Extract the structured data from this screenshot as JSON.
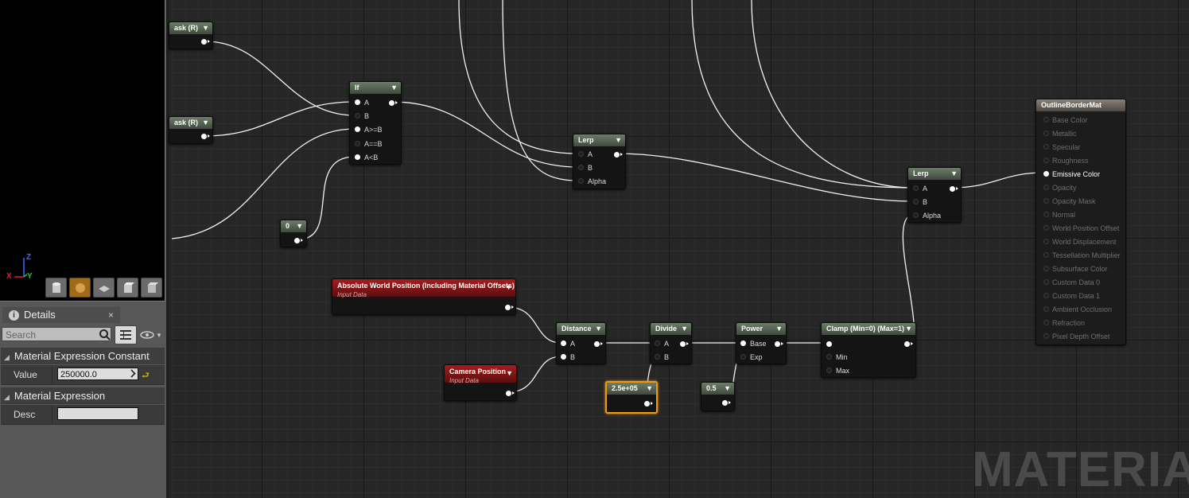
{
  "details": {
    "tab_title": "Details",
    "close": "×",
    "search_placeholder": "Search",
    "categories": [
      {
        "title": "Material Expression Constant",
        "props": [
          {
            "label": "Value",
            "value": "250000.0"
          }
        ]
      },
      {
        "title": "Material Expression",
        "props": [
          {
            "label": "Desc",
            "value": ""
          }
        ]
      }
    ]
  },
  "viewport": {
    "axis_x": "X",
    "axis_y": "Y",
    "axis_z": "Z"
  },
  "nodes": {
    "mask1": {
      "title": "ask (R)"
    },
    "mask2": {
      "title": "ask (R)"
    },
    "if_node": {
      "title": "If",
      "pins": [
        "A",
        "B",
        "A>=B",
        "A==B",
        "A<B"
      ]
    },
    "const0": {
      "title": "0"
    },
    "lerp1": {
      "title": "Lerp",
      "pins": [
        "A",
        "B",
        "Alpha"
      ]
    },
    "lerp2": {
      "title": "Lerp",
      "pins": [
        "A",
        "B",
        "Alpha"
      ]
    },
    "abs_world": {
      "title": "Absolute World Position (Including Material Offsets)",
      "subtitle": "Input Data"
    },
    "camera_pos": {
      "title": "Camera Position",
      "subtitle": "Input Data"
    },
    "distance": {
      "title": "Distance",
      "pins": [
        "A",
        "B"
      ]
    },
    "divide": {
      "title": "Divide",
      "pins": [
        "A",
        "B"
      ]
    },
    "power": {
      "title": "Power",
      "pins": [
        "Base",
        "Exp"
      ]
    },
    "clamp": {
      "title": "Clamp (Min=0) (Max=1)",
      "pins": [
        "Min",
        "Max"
      ]
    },
    "const_big": {
      "title": "2.5e+05"
    },
    "const_half": {
      "title": "0.5"
    },
    "material": {
      "title": "OutlineBorderMat",
      "pins": [
        "Base Color",
        "Metallic",
        "Specular",
        "Roughness",
        "Emissive Color",
        "Opacity",
        "Opacity Mask",
        "Normal",
        "World Position Offset",
        "World Displacement",
        "Tessellation Multiplier",
        "Subsurface Color",
        "Custom Data 0",
        "Custom Data 1",
        "Ambient Occlusion",
        "Refraction",
        "Pixel Depth Offset"
      ],
      "active_pin": "Emissive Color"
    }
  },
  "watermark": "MATERIAL",
  "colors": {
    "input_header": "#a51d1d",
    "constant_header": "#5d7a4a",
    "selection": "#e99a16"
  }
}
